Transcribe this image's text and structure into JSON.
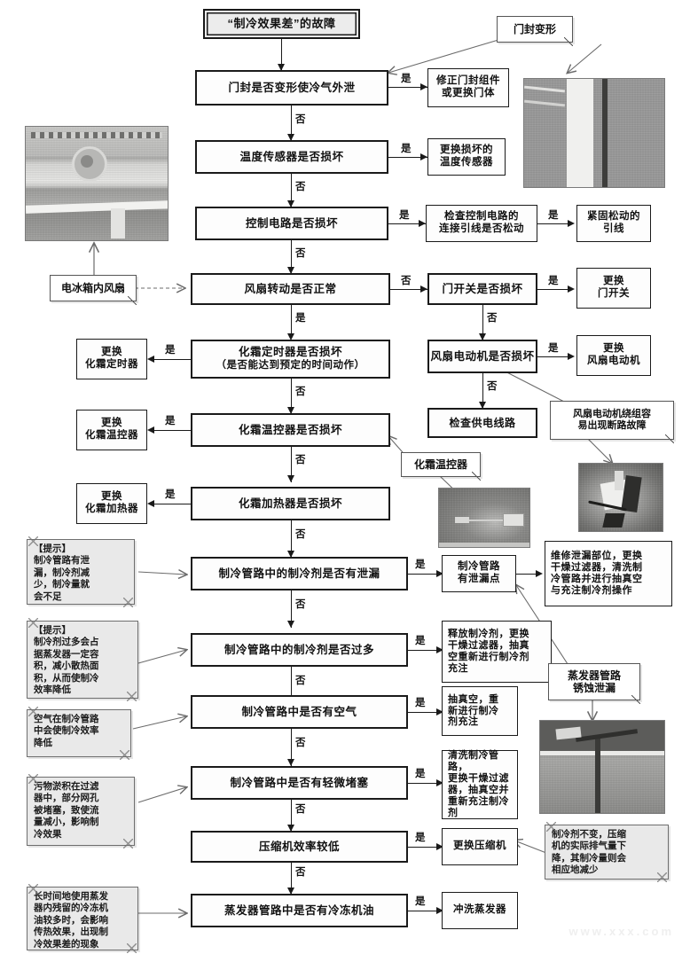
{
  "meta": {
    "title": "“制冷效果差”的故障 检修流程图",
    "yes": "是",
    "no": "否"
  },
  "colors": {
    "line": "#1a1a1a",
    "note_bg": "#e9e9e9",
    "note_border": "#6e6e6e",
    "box_bg": "#fdfdfd",
    "start_bg": "#ececec"
  },
  "chart_data": {
    "type": "diagram",
    "title": "“制冷效果差”的故障",
    "nodes": [
      {
        "id": "start",
        "label": "“制冷效果差”的故障"
      },
      {
        "id": "d1",
        "label": "门封是否变形使冷气外泄"
      },
      {
        "id": "d2",
        "label": "温度传感器是否损坏"
      },
      {
        "id": "d3",
        "label": "控制电路是否损坏"
      },
      {
        "id": "d4",
        "label": "风扇转动是否正常"
      },
      {
        "id": "d5",
        "label": "门开关是否损坏"
      },
      {
        "id": "d6",
        "label": "风扇电动机是否损坏"
      },
      {
        "id": "d7",
        "label": "化霜定时器是否损坏（是否能达到预定的时间动作）"
      },
      {
        "id": "d8",
        "label": "化霜温控器是否损坏"
      },
      {
        "id": "d9",
        "label": "化霜加热器是否损坏"
      },
      {
        "id": "d10",
        "label": "制冷管路中的制冷剂是否有泄漏"
      },
      {
        "id": "d11",
        "label": "制冷管路中的制冷剂是否过多"
      },
      {
        "id": "d12",
        "label": "制冷管路中是否有空气"
      },
      {
        "id": "d13",
        "label": "制冷管路中是否有轻微堵塞"
      },
      {
        "id": "d14",
        "label": "压缩机效率较低"
      },
      {
        "id": "d15",
        "label": "蒸发器管路中是否有冷冻机油"
      },
      {
        "id": "a1",
        "label": "修正门封组件或更换门体"
      },
      {
        "id": "a2",
        "label": "更换损坏的温度传感器"
      },
      {
        "id": "a3",
        "label": "检查控制电路的连接引线是否松动"
      },
      {
        "id": "a4",
        "label": "紧固松动的引线"
      },
      {
        "id": "a5",
        "label": "更换门开关"
      },
      {
        "id": "a6",
        "label": "更换风扇电动机"
      },
      {
        "id": "a7",
        "label": "检查供电线路"
      },
      {
        "id": "a8",
        "label": "更换化霜定时器"
      },
      {
        "id": "a9",
        "label": "更换化霜温控器"
      },
      {
        "id": "a10",
        "label": "更换化霜加热器"
      },
      {
        "id": "a11",
        "label": "制冷管路有泄漏点"
      },
      {
        "id": "a12",
        "label": "维修泄漏部位，更换干燥过滤器，清洗制冷管路并进行抽真空与充注制冷剂操作"
      },
      {
        "id": "a13",
        "label": "释放制冷剂，更换干燥过滤器，抽真空重新进行制冷剂充注"
      },
      {
        "id": "a14",
        "label": "抽真空，重新进行制冷剂充注"
      },
      {
        "id": "a15",
        "label": "清洗制冷管路，更换干燥过滤器，抽真空并重新充注制冷剂"
      },
      {
        "id": "a16",
        "label": "更换压缩机"
      },
      {
        "id": "a17",
        "label": "冲洗蒸发器"
      }
    ],
    "edges": [
      {
        "from": "start",
        "to": "d1",
        "label": ""
      },
      {
        "from": "d1",
        "to": "a1",
        "label": "是"
      },
      {
        "from": "d1",
        "to": "d2",
        "label": "否"
      },
      {
        "from": "d2",
        "to": "a2",
        "label": "是"
      },
      {
        "from": "d2",
        "to": "d3",
        "label": "否"
      },
      {
        "from": "d3",
        "to": "a3",
        "label": "是"
      },
      {
        "from": "a3",
        "to": "a4",
        "label": "是"
      },
      {
        "from": "d3",
        "to": "d4",
        "label": "否"
      },
      {
        "from": "d4",
        "to": "d5",
        "label": "否"
      },
      {
        "from": "d5",
        "to": "a5",
        "label": "是"
      },
      {
        "from": "d5",
        "to": "d6",
        "label": "否"
      },
      {
        "from": "d6",
        "to": "a6",
        "label": "是"
      },
      {
        "from": "d6",
        "to": "a7",
        "label": "否"
      },
      {
        "from": "d4",
        "to": "d7",
        "label": "是"
      },
      {
        "from": "d7",
        "to": "a8",
        "label": "是"
      },
      {
        "from": "d7",
        "to": "d8",
        "label": "否"
      },
      {
        "from": "d8",
        "to": "a9",
        "label": "是"
      },
      {
        "from": "d8",
        "to": "d9",
        "label": "否"
      },
      {
        "from": "d9",
        "to": "a10",
        "label": "是"
      },
      {
        "from": "d9",
        "to": "d10",
        "label": "否"
      },
      {
        "from": "d10",
        "to": "a11",
        "label": "是"
      },
      {
        "from": "a11",
        "to": "a12",
        "label": ""
      },
      {
        "from": "d10",
        "to": "d11",
        "label": "否"
      },
      {
        "from": "d11",
        "to": "a13",
        "label": "是"
      },
      {
        "from": "d11",
        "to": "d12",
        "label": "否"
      },
      {
        "from": "d12",
        "to": "a14",
        "label": "是"
      },
      {
        "from": "d12",
        "to": "d13",
        "label": "否"
      },
      {
        "from": "d13",
        "to": "a15",
        "label": "是"
      },
      {
        "from": "d13",
        "to": "d14",
        "label": "否"
      },
      {
        "from": "d14",
        "to": "a16",
        "label": "是"
      },
      {
        "from": "d14",
        "to": "d15",
        "label": "否"
      },
      {
        "from": "d15",
        "to": "a17",
        "label": "是"
      }
    ],
    "annotations": [
      {
        "id": "n1",
        "label": "门封变形"
      },
      {
        "id": "n2",
        "label": "电冰箱内风扇"
      },
      {
        "id": "n3",
        "label": "风扇电动机绕组容易出现断路故障"
      },
      {
        "id": "n4",
        "label": "化霜温控器"
      },
      {
        "id": "n5",
        "label": "蒸发器管路锈蚀泄漏"
      },
      {
        "id": "t1",
        "label": "【提示】制冷管路有泄漏，制冷剂减少，制冷量就会不足"
      },
      {
        "id": "t2",
        "label": "【提示】制冷剂过多会占据蒸发器一定容积，减小散热面积，从而使制冷效率降低"
      },
      {
        "id": "t3",
        "label": "空气在制冷管路中会使制冷效率降低"
      },
      {
        "id": "t4",
        "label": "污物淤积在过滤器中，部分网孔被堵塞，致使流量减小，影响制冷效果"
      },
      {
        "id": "t5",
        "label": "长时间地使用蒸发器内残留的冷冻机油较多时，会影响传热效果，出现制冷效果差的现象"
      },
      {
        "id": "t6",
        "label": "制冷剂不变，压缩机的实际排气量下降，其制冷量则会相应地减少"
      }
    ],
    "photos": [
      {
        "id": "p1",
        "caption": "电冰箱内风扇"
      },
      {
        "id": "p2",
        "caption": "门封变形"
      },
      {
        "id": "p3",
        "caption": "化霜温控器"
      },
      {
        "id": "p4",
        "caption": "风扇电动机"
      },
      {
        "id": "p5",
        "caption": "蒸发器管路锈蚀泄漏"
      }
    ]
  },
  "nodes": {
    "start": "“制冷效果差”的故障",
    "d1": "门封是否变形使冷气外泄",
    "d2": "温度传感器是否损坏",
    "d3": "控制电路是否损坏",
    "d4": "风扇转动是否正常",
    "d5": "门开关是否损坏",
    "d6": "风扇电动机是否损坏",
    "d7a": "化霜定时器是否损坏",
    "d7b": "（是否能达到预定的时间动作）",
    "d8": "化霜温控器是否损坏",
    "d9": "化霜加热器是否损坏",
    "d10": "制冷管路中的制冷剂是否有泄漏",
    "d11": "制冷管路中的制冷剂是否过多",
    "d12": "制冷管路中是否有空气",
    "d13": "制冷管路中是否有轻微堵塞",
    "d14": "压缩机效率较低",
    "d15": "蒸发器管路中是否有冷冻机油"
  },
  "actions": {
    "a1": "修正门封组件\n或更换门体",
    "a2": "更换损坏的\n温度传感器",
    "a3": "检查控制电路的\n连接引线是否松动",
    "a4": "紧固松动的\n引线",
    "a5": "更换\n门开关",
    "a6": "更换\n风扇电动机",
    "a7": "检查供电线路",
    "a8": "更换\n化霜定时器",
    "a9": "更换\n化霜温控器",
    "a10": "更换\n化霜加热器",
    "a11": "制冷管路\n有泄漏点",
    "a12": "维修泄漏部位，更换\n干燥过滤器，清洗制\n冷管路并进行抽真空\n与充注制冷剂操作",
    "a13": "释放制冷剂，更换\n干燥过滤器，抽真\n空重新进行制冷剂\n充注",
    "a14": "抽真空，重\n新进行制冷\n剂充注",
    "a15": "清洗制冷管路，\n更换干燥过滤\n器，抽真空并\n重新充注制冷\n剂",
    "a16": "更换压缩机",
    "a17": "冲洗蒸发器"
  },
  "notes": {
    "n1": "门封变形",
    "n2": "电冰箱内风扇",
    "n3": "风扇电动机绕组容\n易出现断路故障",
    "n4": "化霜温控器",
    "n5": "蒸发器管路\n锈蚀泄漏",
    "t1": "【提示】\n制冷管路有泄\n漏，制冷剂减\n少，制冷量就\n会不足",
    "t2": "【提示】\n制冷剂过多会占\n据蒸发器一定容\n积，减小散热面\n积，从而使制冷\n效率降低",
    "t3": "空气在制冷管路\n中会使制冷效率\n降低",
    "t4": "污物淤积在过滤\n器中，部分网孔\n被堵塞，致使流\n量减小，影响制\n冷效果",
    "t5": "长时间地使用蒸发\n器内残留的冷冻机\n油较多时，会影响\n传热效果，出现制\n冷效果差的现象",
    "t6": "制冷剂不变，压缩\n机的实际排气量下\n降，其制冷量则会\n相应地减少"
  },
  "labels": {
    "yes": "是",
    "no": "否"
  },
  "watermark": "www.xxx.com"
}
